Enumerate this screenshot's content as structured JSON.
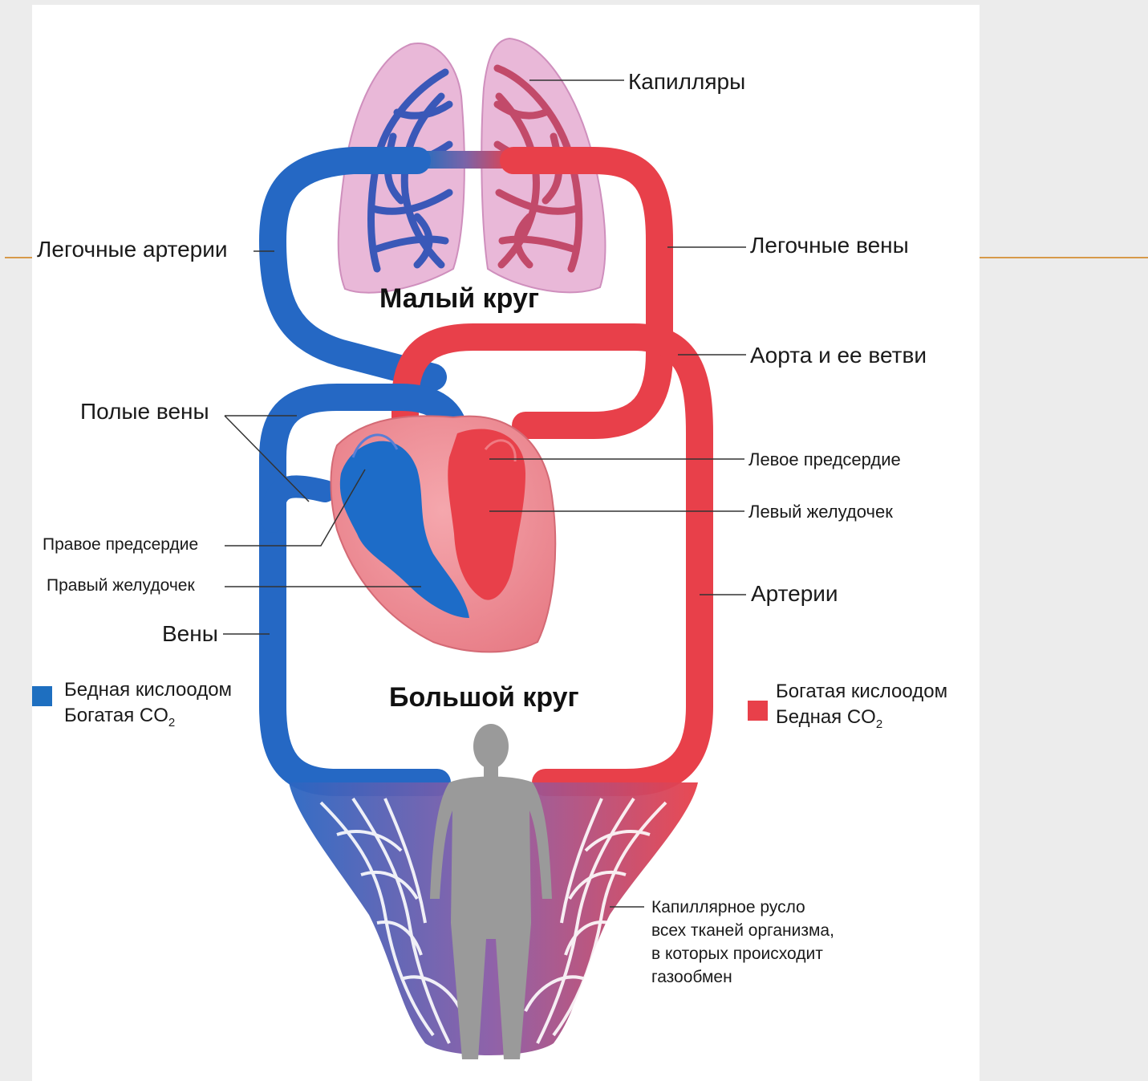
{
  "colors": {
    "deoxygenated": "#1e6fc0",
    "oxygenated": "#e8404a",
    "lung_fill": "#e9b8d8",
    "human": "#9a9a9a",
    "slide_rule": "#d79a4a"
  },
  "titles": {
    "pulmonary": "Малый круг",
    "systemic": "Большой круг"
  },
  "labels": {
    "capillaries": "Капилляры",
    "pulmonary_arteries": "Легочные артерии",
    "pulmonary_veins": "Легочные вены",
    "aorta": "Аорта и ее ветви",
    "venae_cavae": "Полые вены",
    "left_atrium": "Левое предсердие",
    "left_ventricle": "Левый желудочек",
    "right_atrium": "Правое предсердие",
    "right_ventricle": "Правый желудочек",
    "arteries": "Артерии",
    "veins": "Вены"
  },
  "legend": {
    "poor": {
      "line1": "Бедная кислоодом",
      "line2_prefix": "Богатая CO",
      "line2_sub": "2"
    },
    "rich": {
      "line1": "Богатая кислоодом",
      "line2_prefix": "Бедная CO",
      "line2_sub": "2"
    }
  },
  "capillary_bed_caption": [
    "Капиллярное русло",
    "всех тканей организма,",
    "в которых происходит",
    "газообмен"
  ],
  "icons": {
    "human": "human-silhouette-icon",
    "lungs": "lungs-icon",
    "heart": "heart-icon"
  }
}
